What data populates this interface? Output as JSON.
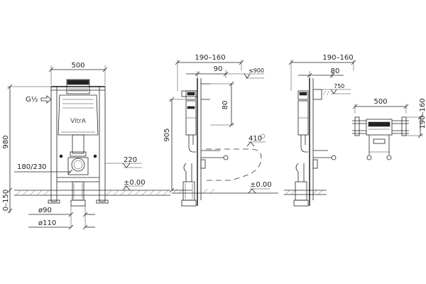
{
  "front_view": {
    "width_label": "500",
    "height_label": "980",
    "drain_height_label": "180/230",
    "inlet_label": "220",
    "floor_label": "±0.00",
    "adjust_label": "0–150",
    "pipe_small_label": "ø90",
    "pipe_large_label": "ø110",
    "water_inlet_label": "G½",
    "brand_text": "VitrA"
  },
  "side_view_a": {
    "depth_label": "190–160",
    "offset_label": "90",
    "upper_label": "≤900",
    "cistern_label": "80",
    "height_label": "905",
    "bowl_label": "410",
    "floor_label": "±0.00"
  },
  "side_view_b": {
    "depth_label": "190–160",
    "offset_label": "80",
    "upper_label": "750"
  },
  "top_view": {
    "width_label": "500",
    "depth_label": "190–160"
  }
}
